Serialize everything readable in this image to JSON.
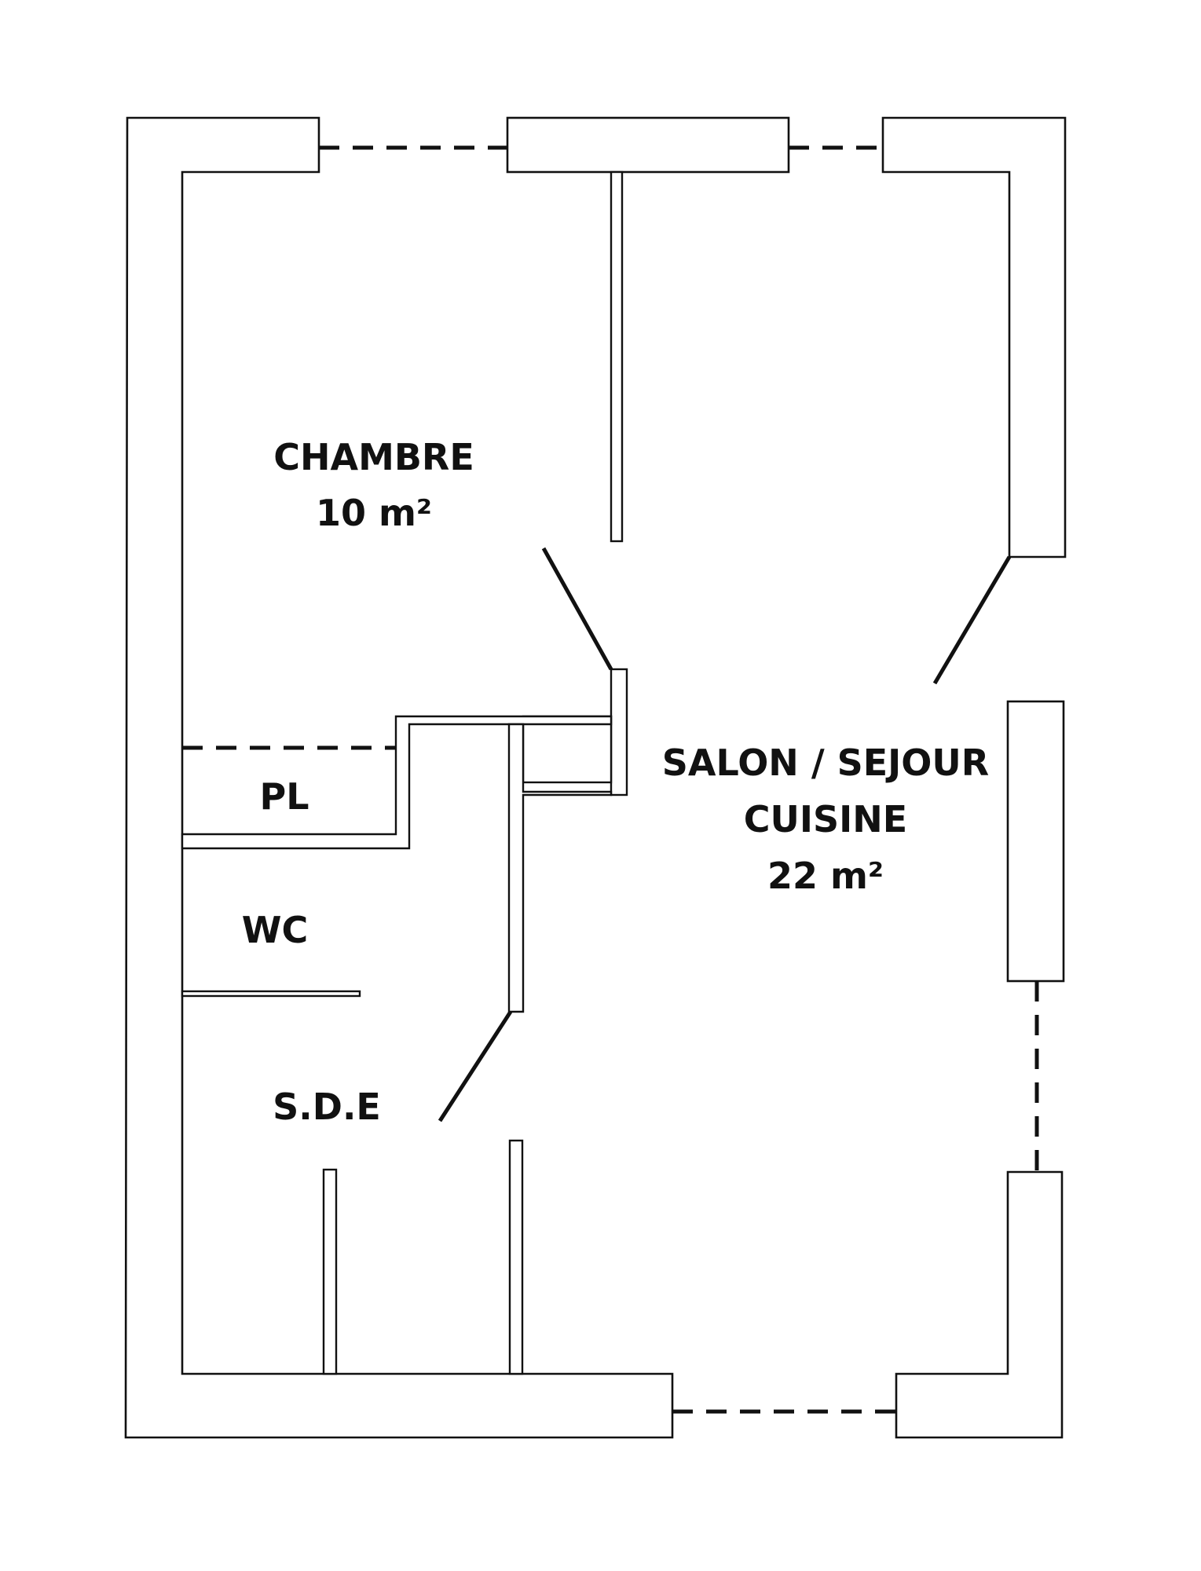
{
  "rooms": {
    "chambre": {
      "name": "CHAMBRE",
      "area": "10 m²"
    },
    "salon": {
      "name_line1": "SALON / SEJOUR",
      "name_line2": "CUISINE",
      "area": "22 m²"
    },
    "pl": {
      "name": "PL"
    },
    "wc": {
      "name": "WC"
    },
    "sde": {
      "name": "S.D.E"
    }
  }
}
